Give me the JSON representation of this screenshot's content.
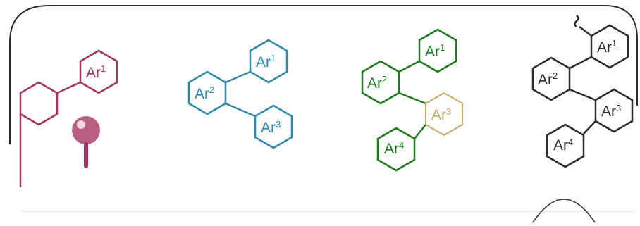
{
  "colors": {
    "stage1": "#a3345f",
    "stage2": "#2d8aa8",
    "stage3": "#1f7a1f",
    "stage4": "#2b2b2b",
    "faded": "#c9a86a",
    "caption": "#9b7fc9"
  },
  "aryl": {
    "ar": "Ar",
    "n1": "1",
    "n2": "2",
    "n3": "3",
    "n4": "4"
  },
  "caption": {
    "line1": "",
    "line2": ""
  }
}
